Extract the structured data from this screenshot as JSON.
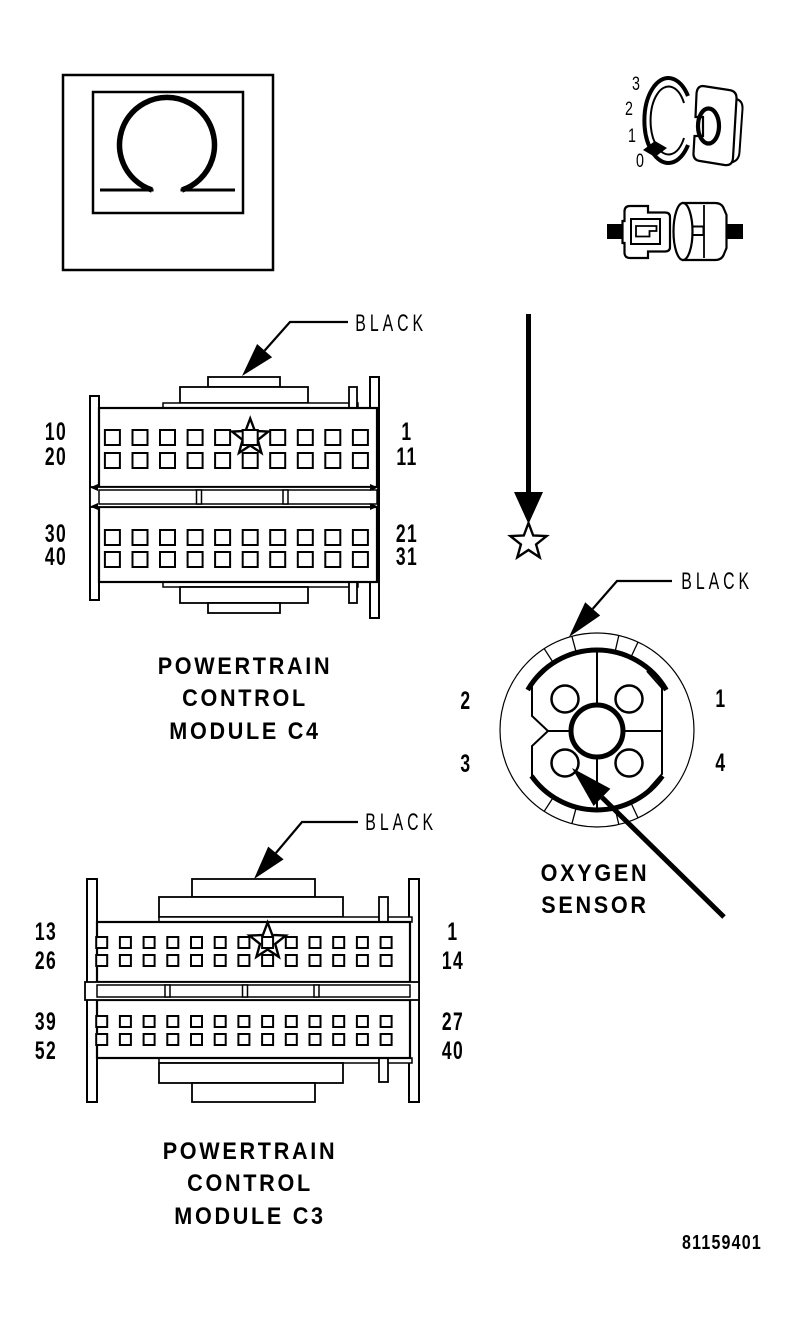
{
  "figure_number": "81159401",
  "colors": {
    "line": "#000000",
    "background": "#ffffff"
  },
  "meter_dial": {
    "scale_labels": [
      "3",
      "2",
      "1",
      "0"
    ]
  },
  "pcm_c4": {
    "wire_label": "BLACK",
    "left_pin_labels": [
      "10",
      "20",
      "30",
      "40"
    ],
    "right_pin_labels": [
      "1",
      "11",
      "21",
      "31"
    ],
    "title_lines": [
      "POWERTRAIN",
      "CONTROL",
      "MODULE C4"
    ]
  },
  "pcm_c3": {
    "wire_label": "BLACK",
    "left_pin_labels": [
      "13",
      "26",
      "39",
      "52"
    ],
    "right_pin_labels": [
      "1",
      "14",
      "27",
      "40"
    ],
    "title_lines": [
      "POWERTRAIN",
      "CONTROL",
      "MODULE C3"
    ]
  },
  "oxygen_sensor": {
    "wire_label": "BLACK",
    "pin_labels": {
      "left_top": "2",
      "left_bottom": "3",
      "right_top": "1",
      "right_bottom": "4"
    },
    "title_lines": [
      "OXYGEN",
      "SENSOR"
    ]
  }
}
